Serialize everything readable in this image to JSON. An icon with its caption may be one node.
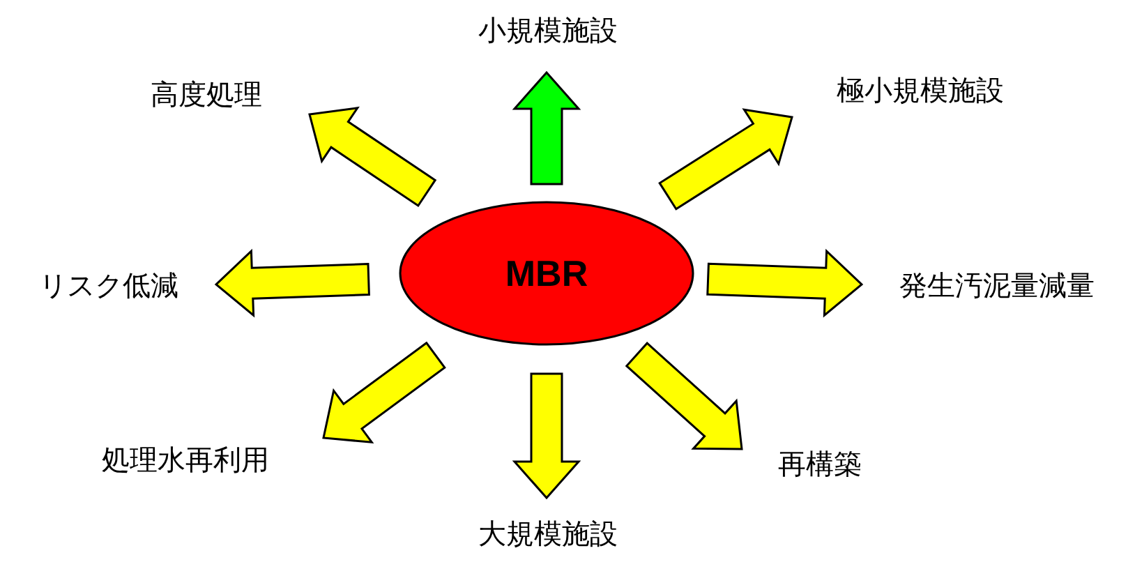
{
  "diagram": {
    "nodes": [
      {
        "text": [
          "小規模施設"
        ]
      },
      {
        "text": [
          "高度処理"
        ]
      },
      {
        "text": [
          "極小規模施設"
        ]
      },
      {
        "text": [
          "リスク低減"
        ]
      },
      {
        "text": [
          "MBR"
        ]
      },
      {
        "text": [
          "発生汚泥量減量"
        ]
      },
      {
        "text": [
          "処理水再利用"
        ]
      },
      {
        "text": [
          "再構築"
        ]
      },
      {
        "text": [
          "大規模施設"
        ]
      }
    ],
    "edges": [
      {
        "from": 4,
        "to": 0,
        "arrow": "to",
        "color": "#00ff00"
      },
      {
        "from": 4,
        "to": 1,
        "arrow": "to"
      },
      {
        "from": 4,
        "to": 2,
        "arrow": "to"
      },
      {
        "from": 4,
        "to": 3,
        "arrow": "to"
      },
      {
        "from": 4,
        "to": 5,
        "arrow": "to"
      },
      {
        "from": 4,
        "to": 6,
        "arrow": "to"
      },
      {
        "from": 4,
        "to": 7,
        "arrow": "to"
      },
      {
        "from": 4,
        "to": 8,
        "arrow": "to"
      }
    ]
  }
}
